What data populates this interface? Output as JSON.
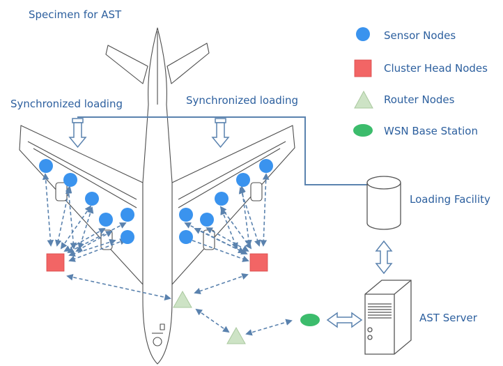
{
  "title": "Specimen for AST",
  "loading_left": "Synchronized loading",
  "loading_right": "Synchronized loading",
  "legend": {
    "sensor": "Sensor Nodes",
    "cluster": "Cluster Head Nodes",
    "router": "Router Nodes",
    "base": "WSN Base Station"
  },
  "loading_facility": "Loading Facility",
  "ast_server": "AST Server",
  "colors": {
    "sensor": "#3a93ee",
    "cluster": "#f26565",
    "router": "#cde3c5",
    "base": "#3cbc6c",
    "text": "#2c5f9e",
    "arrow": "#5a82ae"
  }
}
